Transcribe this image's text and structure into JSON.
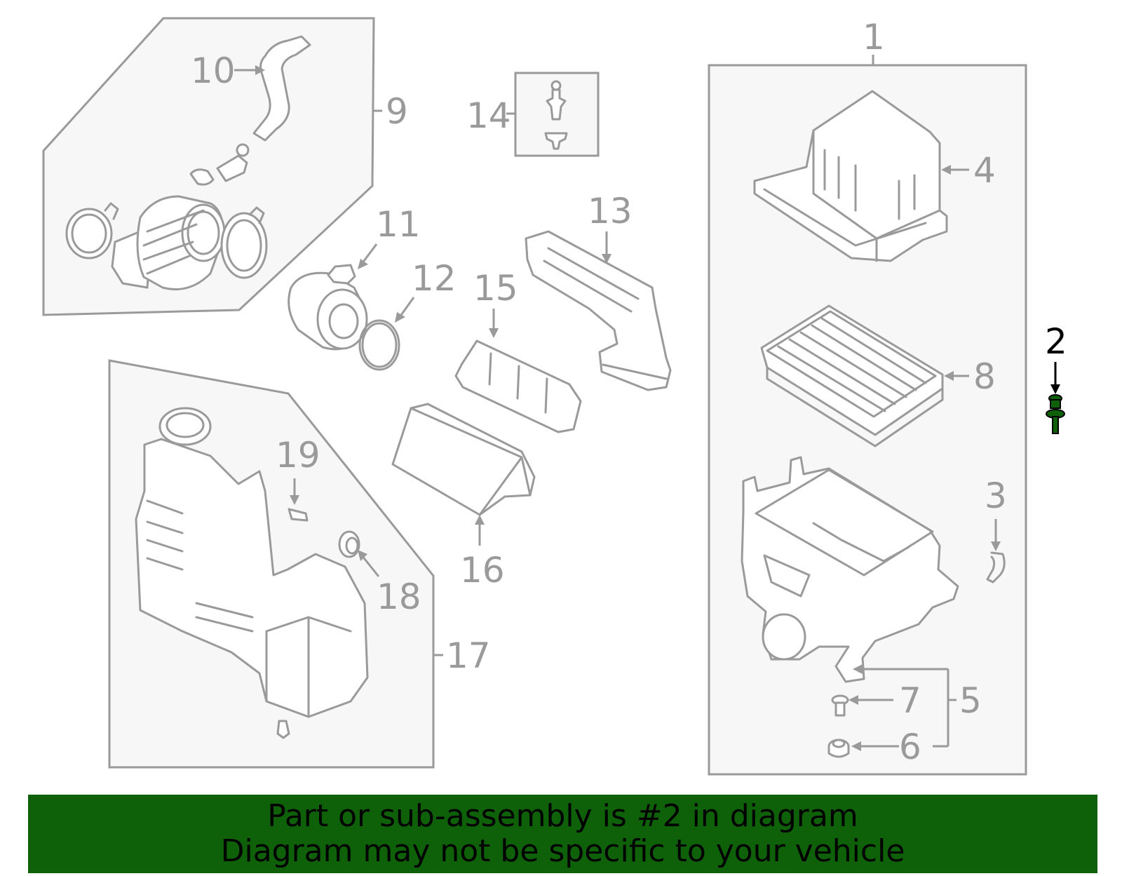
{
  "diagram": {
    "highlight_color": "#0e6108",
    "line_color": "#9a9a9a",
    "callouts": {
      "c1": "1",
      "c2": "2",
      "c3": "3",
      "c4": "4",
      "c5": "5",
      "c6": "6",
      "c7": "7",
      "c8": "8",
      "c9": "9",
      "c10": "10",
      "c11": "11",
      "c12": "12",
      "c13": "13",
      "c14": "14",
      "c15": "15",
      "c16": "16",
      "c17": "17",
      "c18": "18",
      "c19": "19"
    },
    "highlighted_part": "2"
  },
  "banner": {
    "line1": "Part or sub-assembly is #2 in diagram",
    "line2": "Diagram may not be specific to your vehicle",
    "background": "#0e6108"
  }
}
